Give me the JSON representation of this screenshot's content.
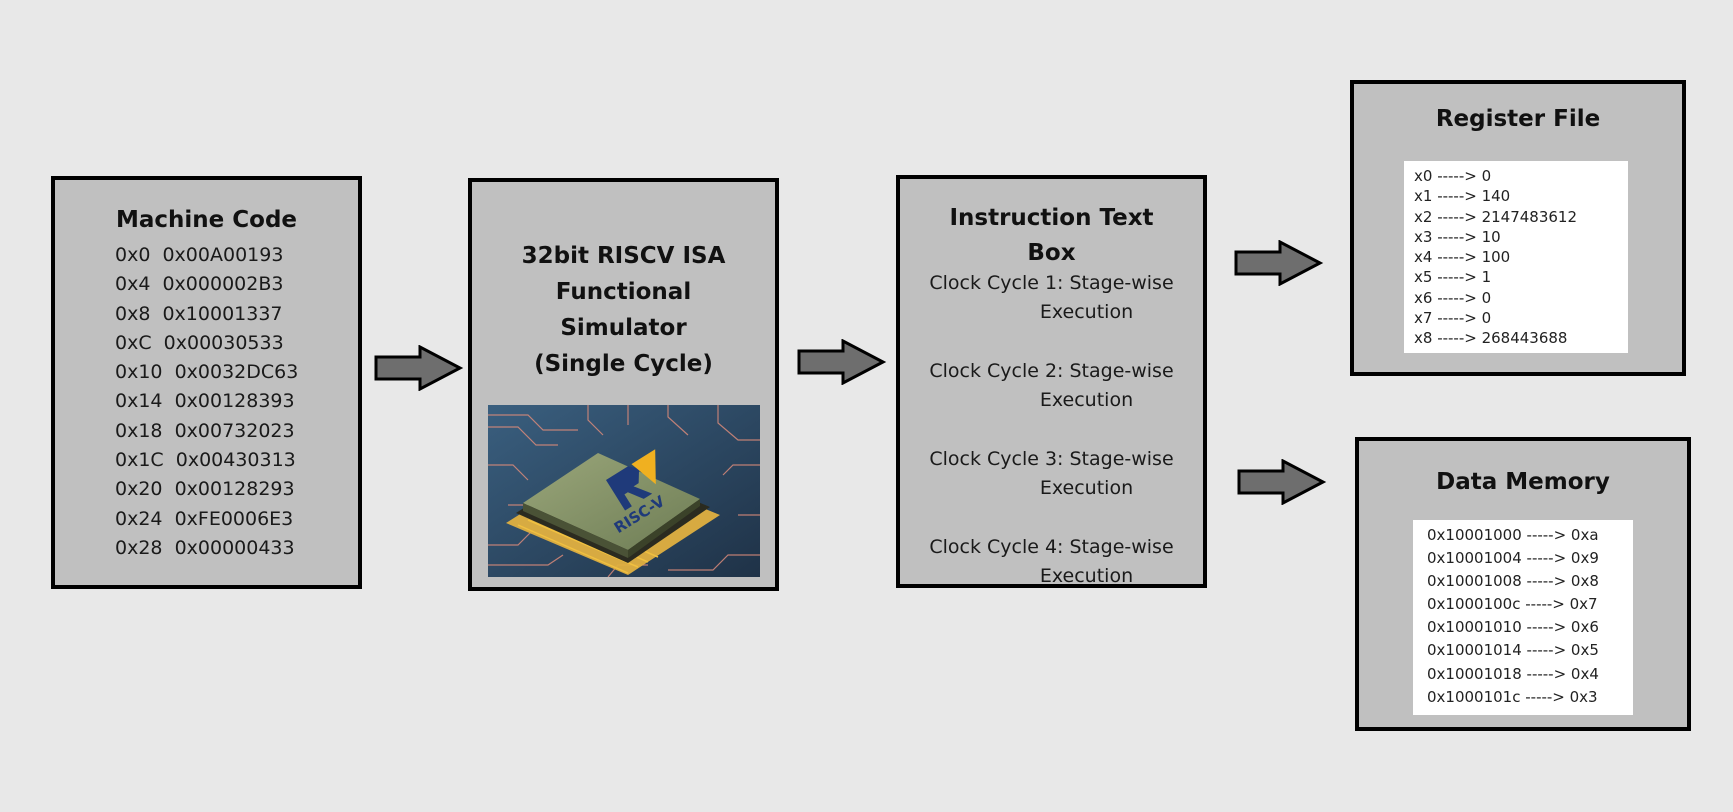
{
  "machine_code": {
    "title": "Machine Code",
    "rows": [
      {
        "addr": "0x0",
        "code": "0x00A00193"
      },
      {
        "addr": "0x4",
        "code": "0x000002B3"
      },
      {
        "addr": "0x8",
        "code": "0x10001337"
      },
      {
        "addr": "0xC",
        "code": "0x00030533"
      },
      {
        "addr": "0x10",
        "code": "0x0032DC63"
      },
      {
        "addr": "0x14",
        "code": "0x00128393"
      },
      {
        "addr": "0x18",
        "code": "0x00732023"
      },
      {
        "addr": "0x1C",
        "code": "0x00430313"
      },
      {
        "addr": "0x20",
        "code": "0x00128293"
      },
      {
        "addr": "0x24",
        "code": "0xFE0006E3"
      },
      {
        "addr": "0x28",
        "code": "0x00000433"
      }
    ]
  },
  "simulator": {
    "title_line1": "32bit RISCV ISA",
    "title_line2": "Functional",
    "title_line3": "Simulator",
    "title_line4": "(Single Cycle)",
    "chip_logo_text": "RISC-V"
  },
  "instruction_box": {
    "title_line1": "Instruction Text",
    "title_line2": "Box",
    "cycles": [
      {
        "line1": "Clock Cycle 1: Stage-wise",
        "line2": "Execution"
      },
      {
        "line1": "Clock Cycle 2: Stage-wise",
        "line2": "Execution"
      },
      {
        "line1": "Clock Cycle 3: Stage-wise",
        "line2": "Execution"
      },
      {
        "line1": "Clock Cycle 4: Stage-wise",
        "line2": "Execution"
      }
    ]
  },
  "register_file": {
    "title": "Register File",
    "rows": [
      "x0 -----> 0",
      "x1 -----> 140",
      "x2 -----> 2147483612",
      "x3 -----> 10",
      "x4 -----> 100",
      "x5 -----> 1",
      "x6 -----> 0",
      "x7 -----> 0",
      "x8 -----> 268443688"
    ]
  },
  "data_memory": {
    "title": "Data Memory",
    "rows": [
      "0x10001000 -----> 0xa",
      "0x10001004 -----> 0x9",
      "0x10001008 -----> 0x8",
      "0x1000100c -----> 0x7",
      "0x10001010 -----> 0x6",
      "0x10001014 -----> 0x5",
      "0x10001018 -----> 0x4",
      "0x1000101c -----> 0x3"
    ]
  },
  "colors": {
    "background": "#e8e8e8",
    "box_fill": "#c0c0c0",
    "arrow_fill": "#6e6e6e"
  }
}
